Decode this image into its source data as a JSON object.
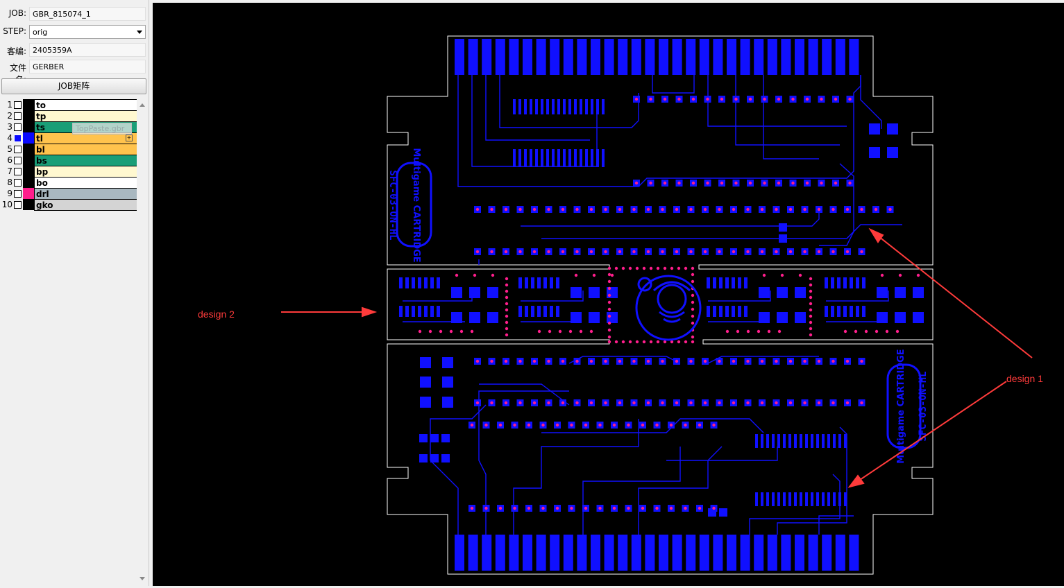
{
  "job": {
    "label": "JOB:",
    "value": "GBR_815074_1"
  },
  "step": {
    "label": "STEP:",
    "value": "orig"
  },
  "customer_code": {
    "label": "客编:",
    "value": "2405359A"
  },
  "file_name": {
    "label": "文件名:",
    "value": "GERBER"
  },
  "job_matrix_button": "JOB矩阵",
  "layers": [
    {
      "num": "1",
      "name": "to",
      "row_color": "#ffffff",
      "swatch": "#000000"
    },
    {
      "num": "2",
      "name": "tp",
      "row_color": "#fff8d0",
      "swatch": "#000000"
    },
    {
      "num": "3",
      "name": "ts",
      "row_color": "#1a9e77",
      "swatch": "#000000"
    },
    {
      "num": "4",
      "name": "tl",
      "row_color": "#ffc34d",
      "swatch": "#0a0aff",
      "active": true
    },
    {
      "num": "5",
      "name": "bl",
      "row_color": "#ffc34d",
      "swatch": "#000000"
    },
    {
      "num": "6",
      "name": "bs",
      "row_color": "#1a9e77",
      "swatch": "#000000"
    },
    {
      "num": "7",
      "name": "bp",
      "row_color": "#fff8d0",
      "swatch": "#000000"
    },
    {
      "num": "8",
      "name": "bo",
      "row_color": "#ffffff",
      "swatch": "#000000"
    },
    {
      "num": "9",
      "name": "drl",
      "row_color": "#a9b8c0",
      "swatch": "#ff1e8c"
    },
    {
      "num": "10",
      "name": "gko",
      "row_color": "#d4d4d4",
      "swatch": "#000000"
    }
  ],
  "tooltip": "TopPaste.gbr",
  "board_text_top": "Multigame CARTRIDGE",
  "board_text_id": "SFC-03-ON-HL",
  "annotations": {
    "design1": "design 1",
    "design2": "design 2"
  },
  "colors": {
    "canvas": "#000000",
    "copper": "#1010ff",
    "drill": "#ff1e8c",
    "outline": "#ffffff",
    "annotation": "#ff3b3b"
  }
}
